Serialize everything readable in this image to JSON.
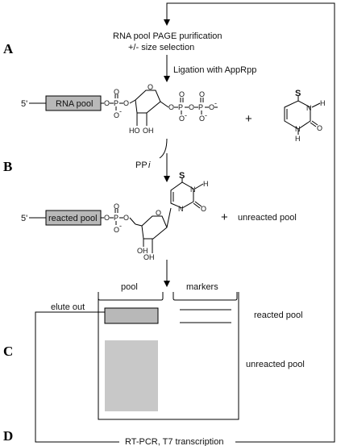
{
  "panels": {
    "a": "A",
    "b": "B",
    "c": "C",
    "d": "D"
  },
  "steps": {
    "purification_line1": "RNA pool PAGE purification",
    "purification_line2": "+/- size selection",
    "ligation": "Ligation with AppRpp",
    "ppi_main": "PP",
    "ppi_sub": "i",
    "rtpcr": "RT-PCR, T7 transcription"
  },
  "top_row": {
    "five_prime": "5'",
    "box_label": "RNA pool",
    "plus": "+"
  },
  "middle_row": {
    "five_prime": "5'",
    "box_label": "reacted pool",
    "plus": "+",
    "unreacted": "unreacted pool"
  },
  "chem": {
    "o": "O",
    "o_minus": "O",
    "minus": "-",
    "p": "P",
    "ho": "HO",
    "oh": "OH",
    "s": "S",
    "n": "N",
    "h": "H"
  },
  "gel": {
    "pool_header": "pool",
    "markers_header": "markers",
    "elute_out": "elute out",
    "reacted_pool": "reacted pool",
    "unreacted_pool": "unreacted pool"
  },
  "colors": {
    "box_fill": "#b8b8b8",
    "line": "#000000"
  }
}
